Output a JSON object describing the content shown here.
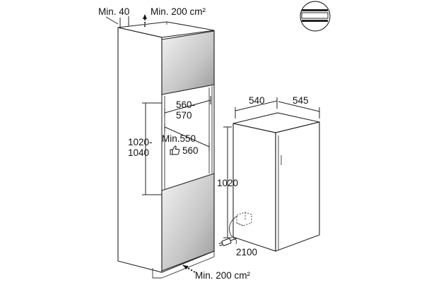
{
  "cabinet": {
    "top_clearance_label": "Min. 40",
    "top_vent_label": "Min. 200 cm²",
    "niche_width_top": "560-",
    "niche_width_bottom": "570",
    "niche_height_top": "1020-",
    "niche_height_bottom": "1040",
    "niche_depth_label": "Min.550",
    "recommended_depth": "560",
    "bottom_vent_label": "Min. 200 cm²"
  },
  "appliance": {
    "width": "540",
    "depth": "545",
    "height": "1020",
    "cable_length": "2100"
  },
  "icons": {
    "installation_type": "integrated-sliding-door-icon",
    "recommended": "thumbs-up-icon"
  },
  "colors": {
    "door_gradient_light": "#f2f2f2",
    "door_gradient_dark": "#9a9a9a",
    "lines": "#222222"
  }
}
